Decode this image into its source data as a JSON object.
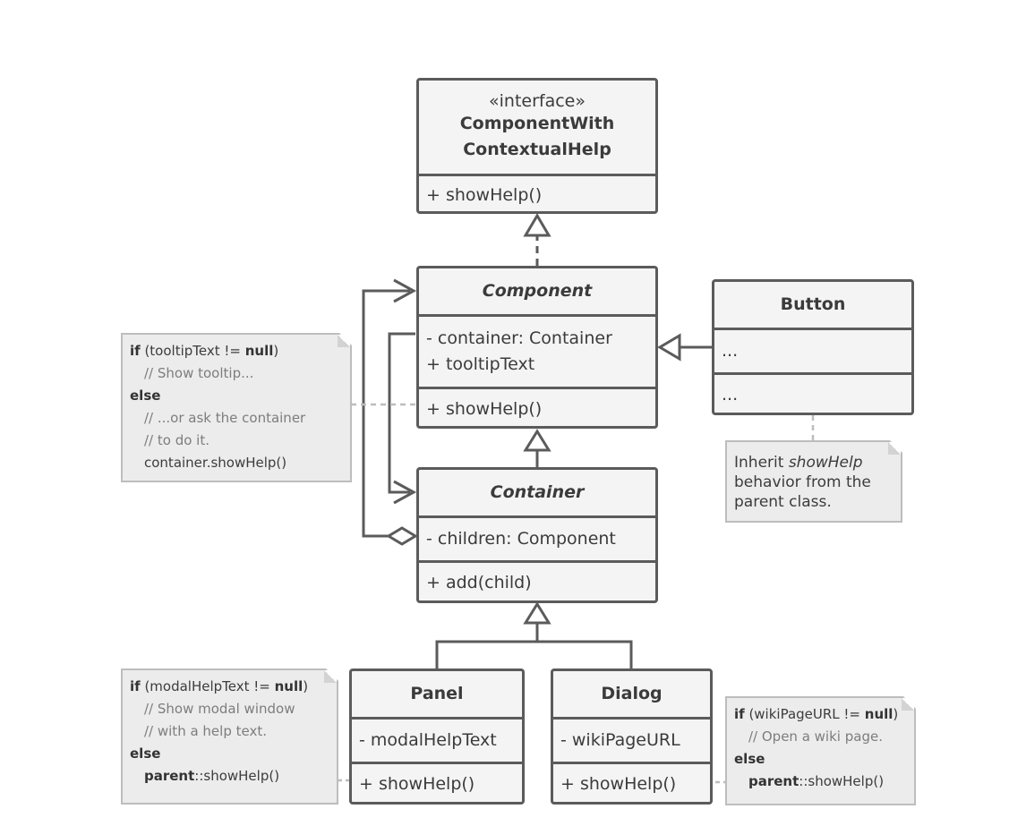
{
  "classes": {
    "interface": {
      "stereotype": "«interface»",
      "name_line1": "ComponentWith",
      "name_line2": "ContextualHelp",
      "method": "+ showHelp()"
    },
    "component": {
      "name": "Component",
      "field1": "- container: Container",
      "field2": "+ tooltipText",
      "method": "+ showHelp()"
    },
    "button": {
      "name": "Button",
      "fields": "...",
      "methods": "..."
    },
    "container": {
      "name": "Container",
      "field": "- children: Component",
      "method": "+ add(child)"
    },
    "panel": {
      "name": "Panel",
      "field": "- modalHelpText",
      "method": "+ showHelp()"
    },
    "dialog": {
      "name": "Dialog",
      "field": "- wikiPageURL",
      "method": "+ showHelp()"
    }
  },
  "notes": {
    "component": {
      "if_kw": "if",
      "cond_a": " (tooltipText != ",
      "null_kw": "null",
      "cond_b": ")",
      "comment1": "// Show tooltip...",
      "else_kw": "else",
      "comment2": "// ...or ask the container",
      "comment3": "// to do it.",
      "call": "container.showHelp()"
    },
    "button": {
      "text_a": "Inherit ",
      "em": "showHelp",
      "line2": "behavior from the",
      "line3": "parent class."
    },
    "panel": {
      "if_kw": "if",
      "cond_a": " (modalHelpText != ",
      "null_kw": "null",
      "cond_b": ")",
      "comment1": "// Show modal window",
      "comment2": "// with a help text.",
      "else_kw": "else",
      "parent_kw": "parent",
      "call": "::showHelp()"
    },
    "dialog": {
      "if_kw": "if",
      "cond_a": " (wikiPageURL != ",
      "null_kw": "null",
      "cond_b": ")",
      "comment1": "// Open a wiki page.",
      "else_kw": "else",
      "parent_kw": "parent",
      "call": "::showHelp()"
    }
  }
}
